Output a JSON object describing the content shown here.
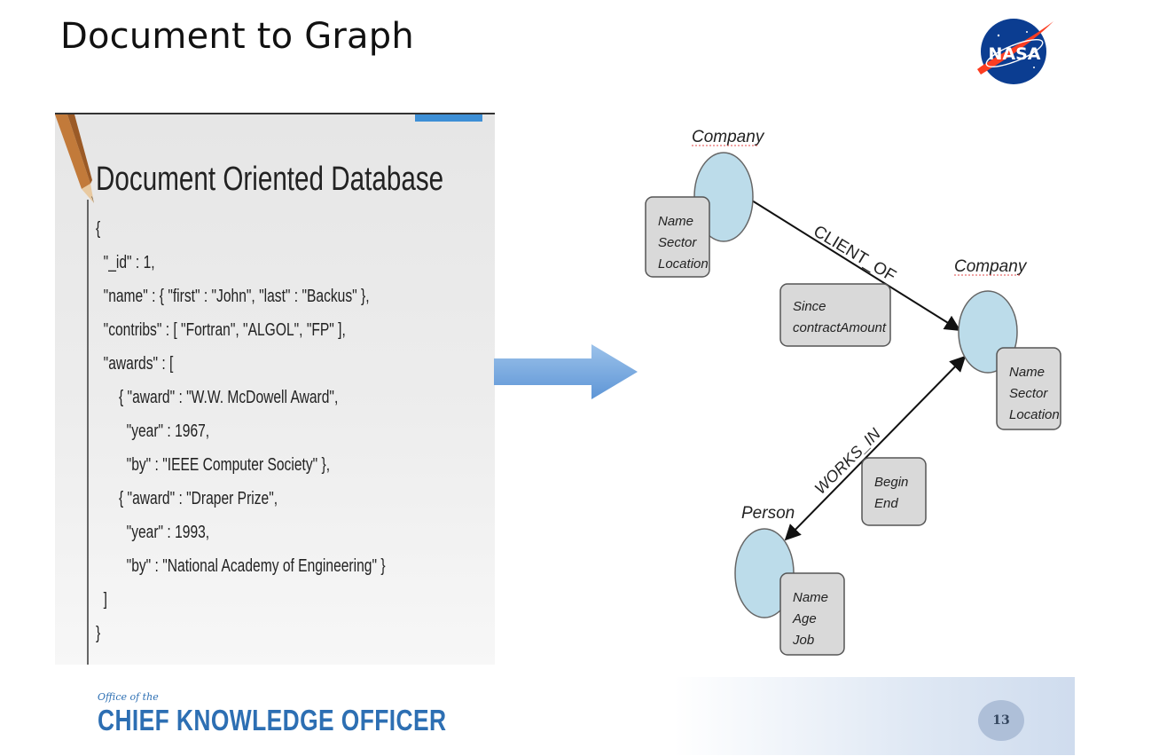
{
  "slide": {
    "title": "Document to Graph",
    "page_number": "13"
  },
  "logo": {
    "text": "NASA",
    "colors": {
      "blue": "#0b3d91",
      "red": "#fc3d21"
    }
  },
  "document_panel": {
    "heading": "Document Oriented Database",
    "code_lines": [
      "{",
      "  \"_id\" : 1,",
      "  \"name\" : { \"first\" : \"John\", \"last\" : \"Backus\" },",
      "  \"contribs\" : [ \"Fortran\", \"ALGOL\", \"FP\" ],",
      "  \"awards\" : [",
      "      { \"award\" : \"W.W. McDowell Award\",",
      "        \"year\" : 1967,",
      "        \"by\" : \"IEEE Computer Society\" },",
      "      { \"award\" : \"Draper Prize\",",
      "        \"year\" : 1993,",
      "        \"by\" : \"National Academy of Engineering\" }",
      "  ]",
      "}"
    ]
  },
  "graph": {
    "nodes": [
      {
        "id": "company-1",
        "label": "Company",
        "properties": [
          "Name",
          "Sector",
          "Location"
        ]
      },
      {
        "id": "company-2",
        "label": "Company",
        "properties": [
          "Name",
          "Sector",
          "Location"
        ]
      },
      {
        "id": "person",
        "label": "Person",
        "properties": [
          "Name",
          "Age",
          "Job"
        ]
      }
    ],
    "edges": [
      {
        "id": "client-of",
        "label": "CLIENT_OF",
        "from": "company-1",
        "to": "company-2",
        "properties": [
          "Since",
          "contractAmount"
        ]
      },
      {
        "id": "works-in",
        "label": "WORKS_IN",
        "from": "person",
        "to": "company-2",
        "properties": [
          "Begin",
          "End"
        ]
      }
    ],
    "colors": {
      "node_fill": "#bcdcea",
      "node_stroke": "#666666",
      "box_fill": "#d9d9d9"
    }
  },
  "footer": {
    "org_small": "Office of the",
    "org_main": "CHIEF KNOWLEDGE OFFICER",
    "color": "#2d6fb3"
  }
}
